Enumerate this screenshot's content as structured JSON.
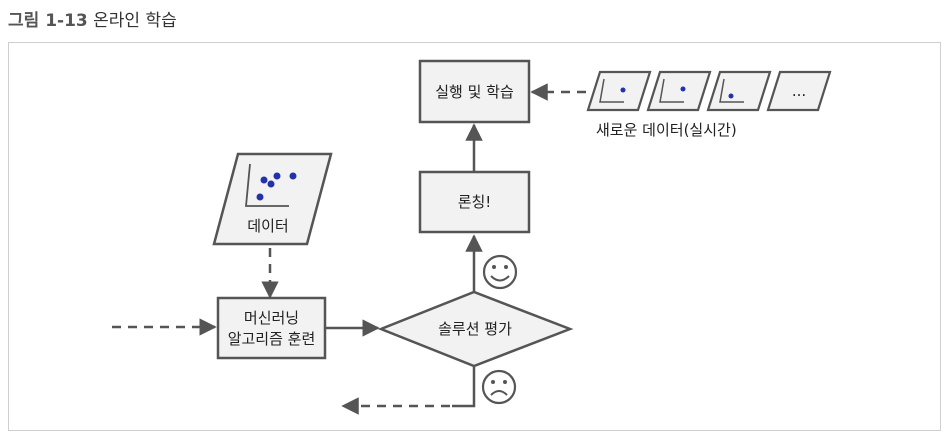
{
  "caption": {
    "number": "그림 1-13",
    "title": "온라인 학습"
  },
  "diagram": {
    "nodes": {
      "run_learn": "실행 및 학습",
      "launch": "론칭!",
      "train_line1": "머신러닝",
      "train_line2": "알고리즘 훈련",
      "evaluate": "솔루션 평가",
      "data": "데이터",
      "new_data": "새로운 데이터(실시간)",
      "ellipsis": "..."
    },
    "faces": {
      "pass": "smiley-face",
      "fail": "frowning-face"
    },
    "colors": {
      "box_fill": "#f2f2f2",
      "stroke": "#555555",
      "dot": "#2233aa"
    }
  }
}
